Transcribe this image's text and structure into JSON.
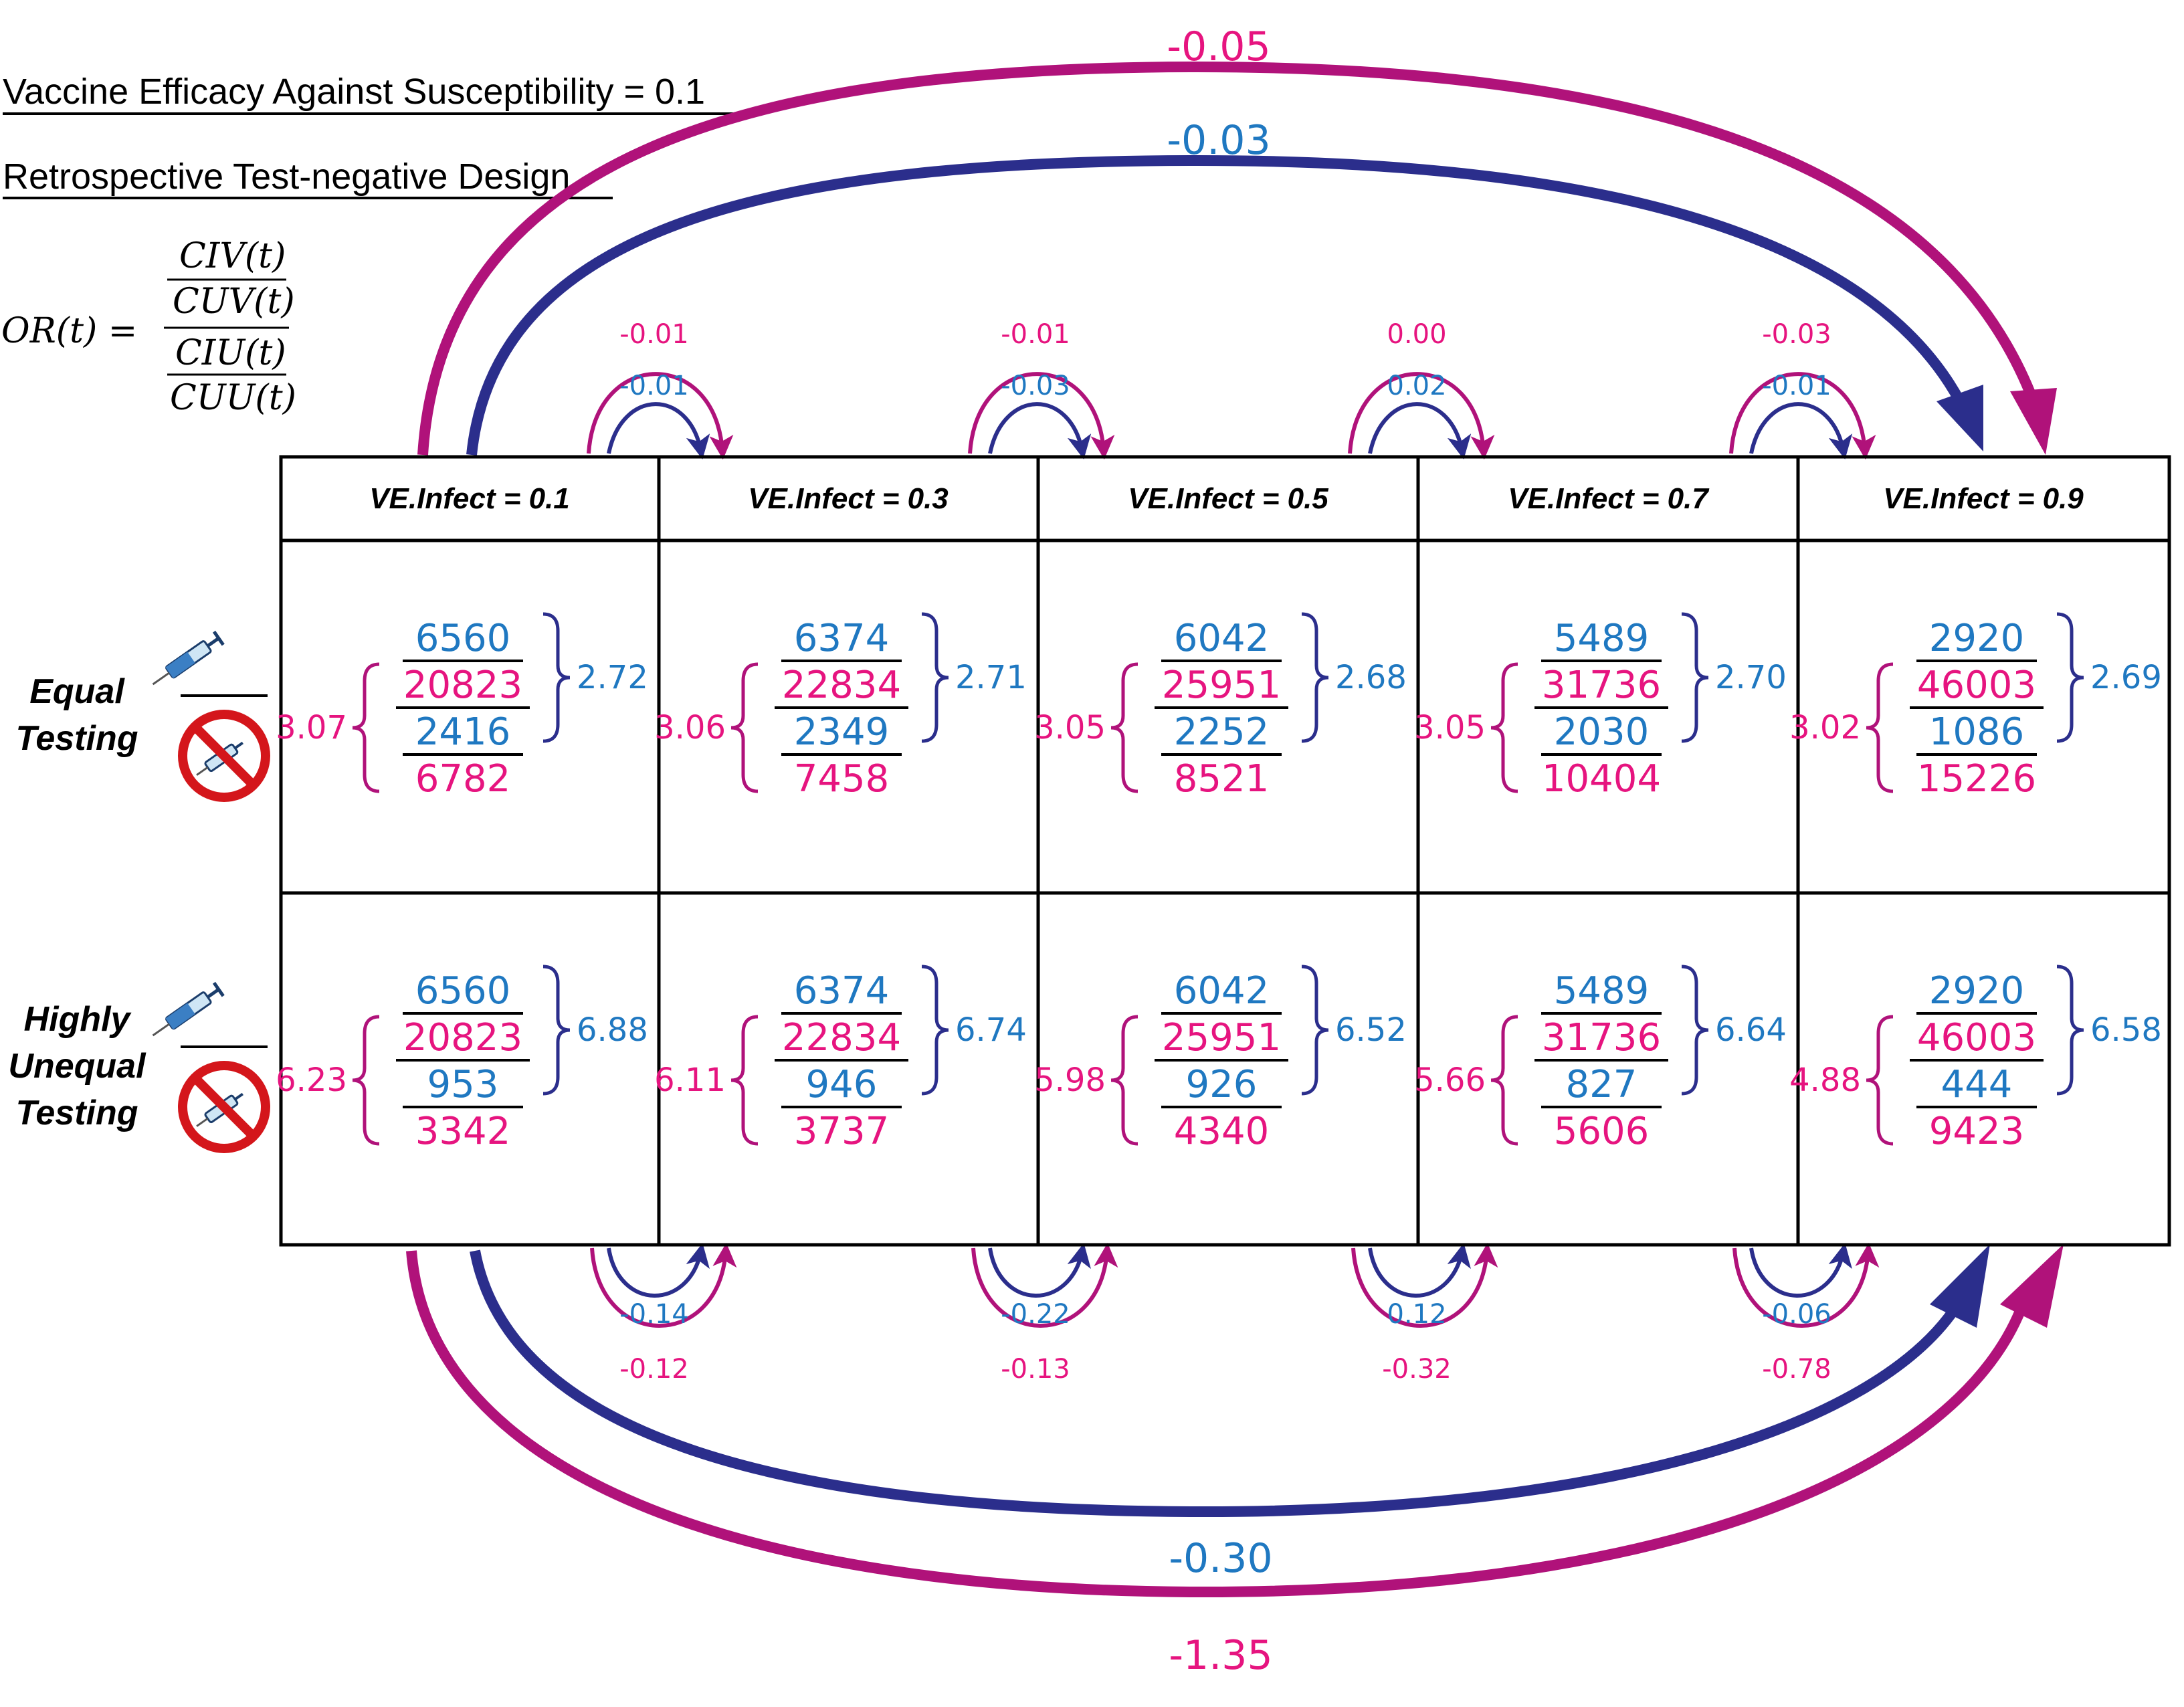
{
  "header": {
    "title": "Vaccine Efficacy Against Susceptibility = 0.1",
    "design": "Retrospective Test-negative Design"
  },
  "formula": {
    "lhs": "OR(t) =",
    "num_top": "CIV(t)",
    "num_bottom": "CUV(t)",
    "den_top": "CIU(t)",
    "den_bottom": "CUU(t)"
  },
  "colors": {
    "magenta": "#e6147f",
    "blue": "#1f78c1",
    "arrow_magenta": "#b0127a",
    "arrow_blue": "#2b2e8c",
    "border": "#000000"
  },
  "icons": {
    "vaccinated": "syringe-icon",
    "unvaccinated": "no-syringe-icon"
  },
  "columns": [
    "VE.Infect = 0.1",
    "VE.Infect = 0.3",
    "VE.Infect = 0.5",
    "VE.Infect = 0.7",
    "VE.Infect = 0.9"
  ],
  "rows": [
    {
      "label_lines": [
        "Equal",
        "Testing"
      ],
      "cells": [
        {
          "civ": "6560",
          "cuv": "20823",
          "ciu": "2416",
          "cuu": "6782",
          "or_blue": "2.72",
          "or_magenta": "3.07"
        },
        {
          "civ": "6374",
          "cuv": "22834",
          "ciu": "2349",
          "cuu": "7458",
          "or_blue": "2.71",
          "or_magenta": "3.06"
        },
        {
          "civ": "6042",
          "cuv": "25951",
          "ciu": "2252",
          "cuu": "8521",
          "or_blue": "2.68",
          "or_magenta": "3.05"
        },
        {
          "civ": "5489",
          "cuv": "31736",
          "ciu": "2030",
          "cuu": "10404",
          "or_blue": "2.70",
          "or_magenta": "3.05"
        },
        {
          "civ": "2920",
          "cuv": "46003",
          "ciu": "1086",
          "cuu": "15226",
          "or_blue": "2.69",
          "or_magenta": "3.02"
        }
      ]
    },
    {
      "label_lines": [
        "Highly",
        "Unequal",
        "Testing"
      ],
      "cells": [
        {
          "civ": "6560",
          "cuv": "20823",
          "ciu": "953",
          "cuu": "3342",
          "or_blue": "6.88",
          "or_magenta": "6.23"
        },
        {
          "civ": "6374",
          "cuv": "22834",
          "ciu": "946",
          "cuu": "3737",
          "or_blue": "6.74",
          "or_magenta": "6.11"
        },
        {
          "civ": "6042",
          "cuv": "25951",
          "ciu": "926",
          "cuu": "4340",
          "or_blue": "6.52",
          "or_magenta": "5.98"
        },
        {
          "civ": "5489",
          "cuv": "31736",
          "ciu": "827",
          "cuu": "5606",
          "or_blue": "6.64",
          "or_magenta": "5.66"
        },
        {
          "civ": "2920",
          "cuv": "46003",
          "ciu": "444",
          "cuu": "9423",
          "or_blue": "6.58",
          "or_magenta": "4.88"
        }
      ]
    }
  ],
  "top_arrows": {
    "small": [
      {
        "magenta": "-0.01",
        "blue": "-0.01"
      },
      {
        "magenta": "-0.01",
        "blue": "-0.03"
      },
      {
        "magenta": "0.00",
        "blue": "0.02"
      },
      {
        "magenta": "-0.03",
        "blue": "-0.01"
      }
    ],
    "big_magenta": "-0.05",
    "big_blue": "-0.03"
  },
  "bottom_arrows": {
    "small": [
      {
        "blue": "-0.14",
        "magenta": "-0.12"
      },
      {
        "blue": "-0.22",
        "magenta": "-0.13"
      },
      {
        "blue": "0.12",
        "magenta": "-0.32"
      },
      {
        "blue": "-0.06",
        "magenta": "-0.78"
      }
    ],
    "big_blue": "-0.30",
    "big_magenta": "-1.35"
  }
}
